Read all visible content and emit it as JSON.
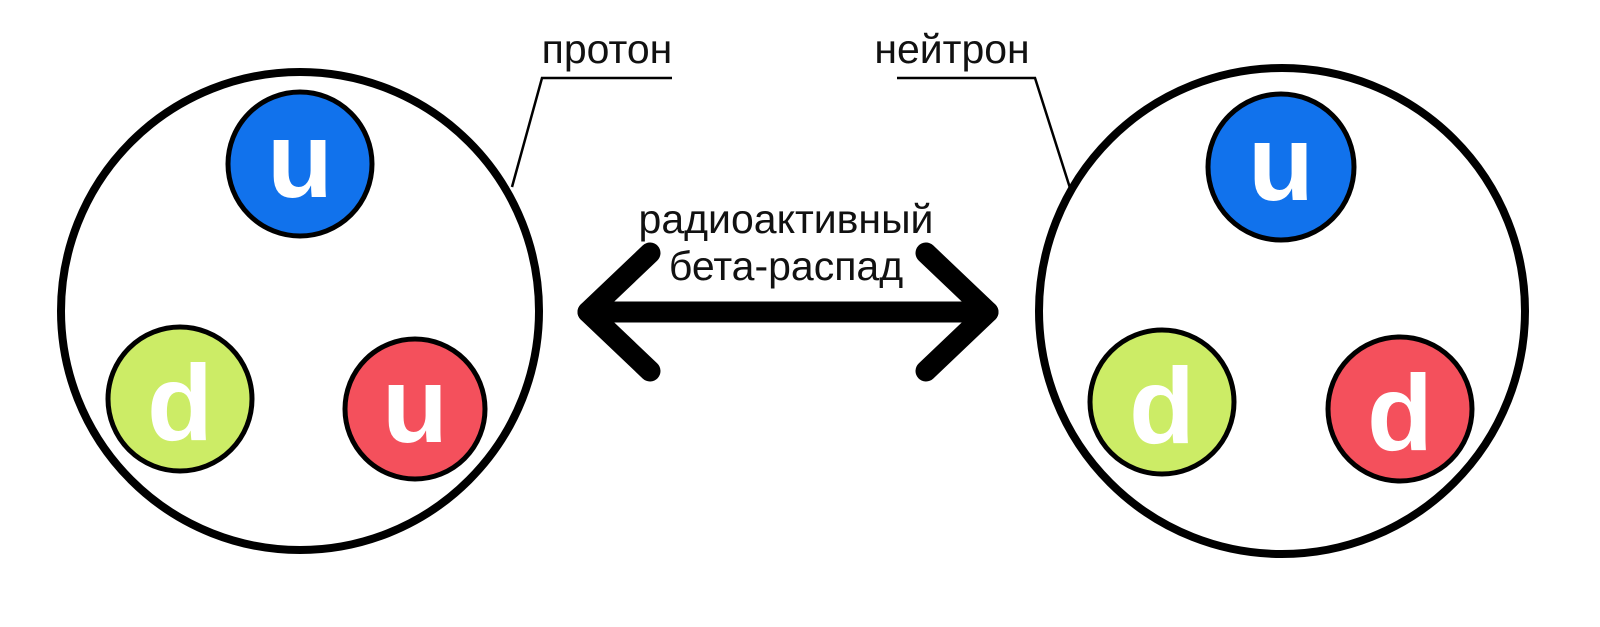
{
  "colors": {
    "background": "#ffffff",
    "outline": "#000000",
    "up_quark_blue": "#1172ec",
    "down_quark_green": "#ccec66",
    "accent_red": "#f4505c",
    "quark_letter_white": "#ffffff",
    "text_black": "#111111"
  },
  "proton": {
    "label": "протон",
    "quarks": [
      {
        "symbol": "u",
        "color": "#1172ec"
      },
      {
        "symbol": "d",
        "color": "#ccec66"
      },
      {
        "symbol": "u",
        "color": "#f4505c"
      }
    ]
  },
  "neutron": {
    "label": "нейтрон",
    "quarks": [
      {
        "symbol": "u",
        "color": "#1172ec"
      },
      {
        "symbol": "d",
        "color": "#ccec66"
      },
      {
        "symbol": "d",
        "color": "#f4505c"
      }
    ]
  },
  "arrow": {
    "label_line1": "радиоактивный",
    "label_line2": "бета-распад"
  }
}
